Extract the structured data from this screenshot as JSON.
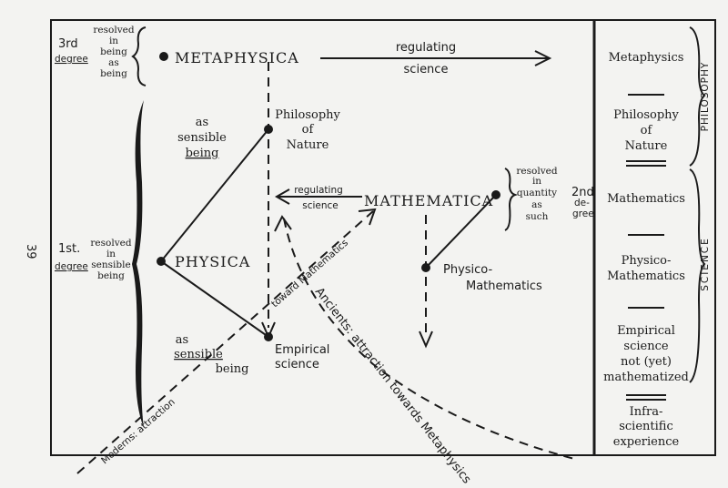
{
  "page_number": "39",
  "degrees": {
    "third": {
      "label": "3rd degree",
      "l1": "3rd",
      "l2": "degree",
      "desc": [
        "resolved",
        "in",
        "being",
        "as",
        "being"
      ]
    },
    "first": {
      "l1": "1st.",
      "l2": "degree",
      "desc": [
        "resolved",
        "in",
        "sensible",
        "being"
      ]
    },
    "second": {
      "l1": "2nd",
      "l2": "de-",
      "l3": "gree",
      "desc": [
        "resolved",
        "in",
        "quantity",
        "as",
        "such"
      ]
    }
  },
  "nodes": {
    "metaphysica": "METAPHYSICA",
    "physica": "PHYSICA",
    "mathematica": "MATHEMATICA",
    "philosophy_of_nature": [
      "Philosophy",
      "of",
      "Nature"
    ],
    "empirical_science": [
      "Empirical",
      "science"
    ],
    "physico_mathematics": [
      "Physico-",
      "Mathematics"
    ]
  },
  "labels": {
    "regulating_top": [
      "regulating",
      "science"
    ],
    "regulating_mid": [
      "regulating",
      "science"
    ],
    "as_sensible_being_top": [
      "as",
      "sensible",
      "being"
    ],
    "as_sensible_being_bottom": [
      "as",
      "sensible",
      "being"
    ],
    "moderns": "Moderns: attraction",
    "toward_math": "toward Mathematics",
    "ancients": "Ancients: attraction towards Metaphysics"
  },
  "right_column": {
    "items": [
      "Metaphysics",
      "Philosophy",
      "of",
      "Nature",
      "Mathematics",
      "Physico-",
      "Mathematics",
      "Empirical",
      "science",
      "not (yet)",
      "mathematized",
      "Infra-",
      "scientific",
      "experience"
    ],
    "philosophy_label": "PHILOSOPHY",
    "science_label": "SCIENCE"
  }
}
